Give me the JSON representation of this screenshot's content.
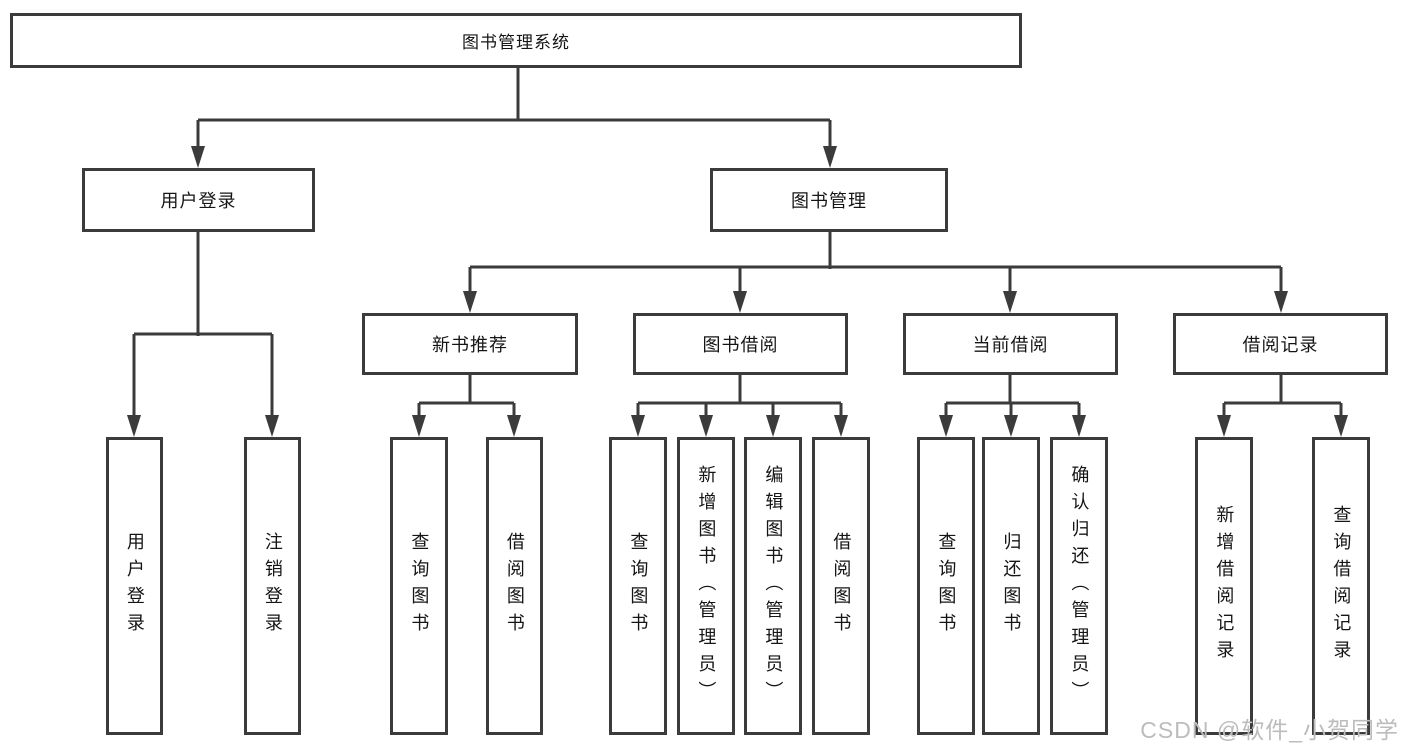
{
  "colors": {
    "line": "#3b3b3b",
    "text": "#151515",
    "bg": "#ffffff",
    "boxbg": "#ffffff",
    "watermark": "#bcbcbc"
  },
  "tree": {
    "label": "图书管理系统",
    "children": [
      {
        "label": "用户登录",
        "children": [
          {
            "label": "用户登录"
          },
          {
            "label": "注销登录"
          }
        ]
      },
      {
        "label": "图书管理",
        "children": [
          {
            "label": "新书推荐",
            "children": [
              {
                "label": "查询图书"
              },
              {
                "label": "借阅图书"
              }
            ]
          },
          {
            "label": "图书借阅",
            "children": [
              {
                "label": "查询图书"
              },
              {
                "label": "新增图书（管理员）"
              },
              {
                "label": "编辑图书（管理员）"
              },
              {
                "label": "借阅图书"
              }
            ]
          },
          {
            "label": "当前借阅",
            "children": [
              {
                "label": "查询图书"
              },
              {
                "label": "归还图书"
              },
              {
                "label": "确认归还（管理员）"
              }
            ]
          },
          {
            "label": "借阅记录",
            "children": [
              {
                "label": "新增借阅记录"
              },
              {
                "label": "查询借阅记录"
              }
            ]
          }
        ]
      }
    ]
  },
  "watermark": {
    "text": "CSDN @软件_小贺同学"
  }
}
